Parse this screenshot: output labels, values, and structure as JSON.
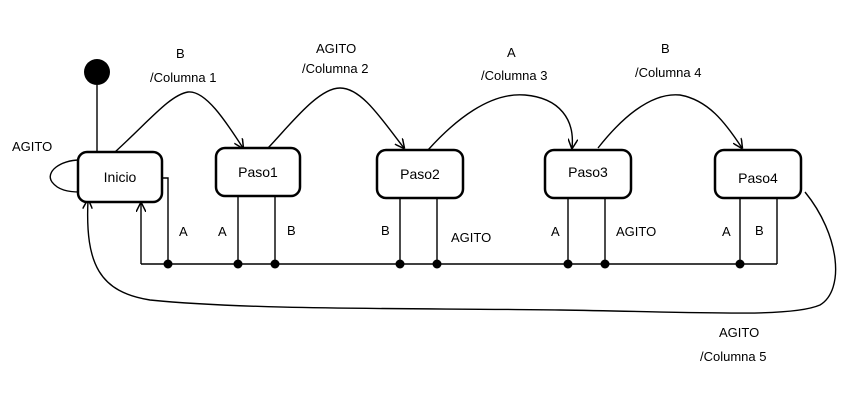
{
  "diagram": {
    "states": [
      {
        "id": "inicio",
        "label": "Inicio"
      },
      {
        "id": "paso1",
        "label": "Paso1"
      },
      {
        "id": "paso2",
        "label": "Paso2"
      },
      {
        "id": "paso3",
        "label": "Paso3"
      },
      {
        "id": "paso4",
        "label": "Paso4"
      }
    ],
    "transitions": {
      "inicio_paso1": {
        "event": "B",
        "action": "/Columna 1"
      },
      "paso1_paso2": {
        "event": "AGITO",
        "action": "/Columna  2"
      },
      "paso2_paso3": {
        "event": "A",
        "action": "/Columna  3"
      },
      "paso3_paso4": {
        "event": "B",
        "action": "/Columna  4"
      },
      "inicio_self": {
        "event": "AGITO"
      },
      "paso4_inicio": {
        "event": "AGITO",
        "action": "/Columna  5"
      }
    },
    "reset_labels": {
      "inicio_a": "A",
      "paso1_a": "A",
      "paso1_b": "B",
      "paso2_b": "B",
      "paso2_agito": "AGITO",
      "paso3_a": "A",
      "paso3_agito": "AGITO",
      "paso4_a": "A",
      "paso4_b": "B"
    }
  }
}
